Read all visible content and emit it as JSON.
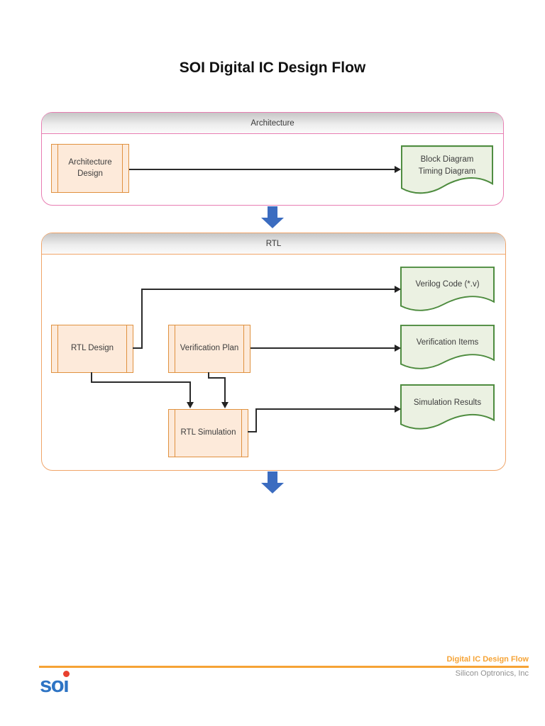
{
  "page": {
    "title": "SOI Digital IC Design Flow"
  },
  "diagram": {
    "sections": {
      "architecture": {
        "label": "Architecture"
      },
      "rtl": {
        "label": "RTL"
      }
    },
    "process_boxes": {
      "architecture_design": {
        "label": "Architecture Design"
      },
      "rtl_design": {
        "label": "RTL Design"
      },
      "verification_plan": {
        "label": "Verification Plan"
      },
      "rtl_simulation": {
        "label": "RTL Simulation"
      }
    },
    "documents": {
      "block_timing": {
        "label": "Block Diagram\nTiming Diagram"
      },
      "verilog_code": {
        "label": "Verilog Code (*.v)"
      },
      "verification_items": {
        "label": "Verification Items"
      },
      "simulation_results": {
        "label": "Simulation Results"
      }
    },
    "connections": [
      {
        "from": "Architecture Design",
        "to": "Block Diagram / Timing Diagram"
      },
      {
        "from": "RTL Design",
        "to": "Verilog Code (*.v)"
      },
      {
        "from": "Verification Plan",
        "to": "Verification Items"
      },
      {
        "from": "RTL Design",
        "to": "RTL Simulation"
      },
      {
        "from": "Verification Plan",
        "to": "RTL Simulation"
      },
      {
        "from": "RTL Simulation",
        "to": "Simulation Results"
      },
      {
        "from": "Architecture section",
        "to": "RTL section"
      }
    ],
    "colors": {
      "architecture_border_pink": "#e87db2",
      "rtl_border_orange": "#f0a468",
      "process_border": "#e0913f",
      "process_fill": "#fdeada",
      "document_border": "#4e8c3f",
      "document_fill": "#ebf1e2",
      "flow_arrow_blue": "#3b6cc0",
      "connector_black": "#2b2b2b"
    }
  },
  "footer": {
    "doc_title": "Digital IC Design Flow",
    "company": "Silicon Optronics, Inc",
    "logo_text": "soı",
    "accent_orange": "#f6a335",
    "logo_blue": "#2e74c4",
    "logo_dot_red": "#e8402e"
  }
}
